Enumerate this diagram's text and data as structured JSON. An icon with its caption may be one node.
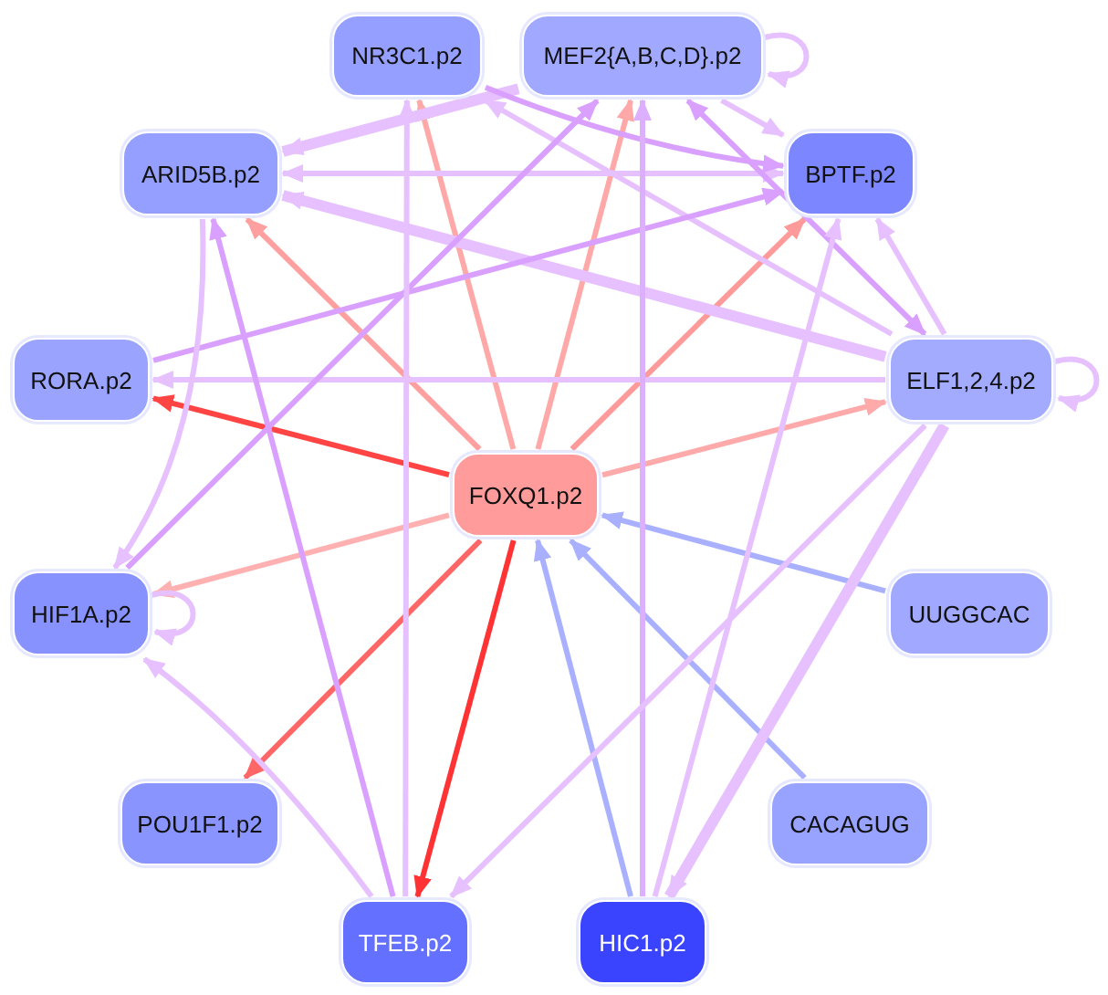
{
  "diagram": {
    "nodes": [
      {
        "text": [
          "NR3C1.p2"
        ]
      },
      {
        "text": [
          "MEF2{A,B,C,D}.p2"
        ]
      },
      {
        "text": [
          "ARID5B.p2"
        ]
      },
      {
        "text": [
          "BPTF.p2"
        ]
      },
      {
        "text": [
          "RORA.p2"
        ]
      },
      {
        "text": [
          "ELF1,2,4.p2"
        ]
      },
      {
        "text": [
          "FOXQ1.p2"
        ]
      },
      {
        "text": [
          "HIF1A.p2"
        ]
      },
      {
        "text": [
          "UUGGCAC"
        ]
      },
      {
        "text": [
          "POU1F1.p2"
        ]
      },
      {
        "text": [
          "CACAGUG"
        ]
      },
      {
        "text": [
          "TFEB.p2"
        ]
      },
      {
        "text": [
          "HIC1.p2"
        ]
      }
    ],
    "edges": [
      {
        "from": 6,
        "to": 0,
        "arrow": "to",
        "color": "#ffa8a8"
      },
      {
        "from": 6,
        "to": 1,
        "arrow": "to",
        "color": "#ffa8a8"
      },
      {
        "from": 6,
        "to": 2,
        "arrow": "to",
        "color": "#ffa0a0"
      },
      {
        "from": 6,
        "to": 3,
        "arrow": "to",
        "color": "#ff9a9a"
      },
      {
        "from": 6,
        "to": 5,
        "arrow": "to",
        "color": "#ffaaaa"
      },
      {
        "from": 6,
        "to": 4,
        "arrow": "to",
        "color": "#ff4444"
      },
      {
        "from": 6,
        "to": 7,
        "arrow": "to",
        "color": "#ffb0b0"
      },
      {
        "from": 6,
        "to": 9,
        "arrow": "to",
        "color": "#ff6666"
      },
      {
        "from": 6,
        "to": 11,
        "arrow": "to",
        "color": "#ff3333"
      },
      {
        "from": 8,
        "to": 6,
        "arrow": "to",
        "color": "#a8b0ff"
      },
      {
        "from": 10,
        "to": 6,
        "arrow": "to",
        "color": "#a8b0ff"
      },
      {
        "from": 12,
        "to": 6,
        "arrow": "to",
        "color": "#a8b0ff"
      },
      {
        "from": 1,
        "to": 1,
        "arrow": "to"
      },
      {
        "from": 5,
        "to": 5,
        "arrow": "to"
      },
      {
        "from": 7,
        "to": 7,
        "arrow": "to"
      },
      {
        "from": 5,
        "to": 2,
        "arrow": "to",
        "style": "thick"
      },
      {
        "from": 2,
        "to": 3,
        "arrow": "both"
      },
      {
        "from": 1,
        "to": 2,
        "arrow": "to",
        "style": "thick"
      },
      {
        "from": 5,
        "to": 0,
        "arrow": "to"
      },
      {
        "from": 1,
        "to": 3,
        "arrow": "to"
      },
      {
        "from": 5,
        "to": 1,
        "arrow": "both",
        "color": "#d9a0ff"
      },
      {
        "from": 0,
        "to": 3,
        "arrow": "to",
        "color": "#d9a0ff"
      },
      {
        "from": 4,
        "to": 3,
        "arrow": "to",
        "color": "#d9a0ff"
      },
      {
        "from": 5,
        "to": 4,
        "arrow": "to"
      },
      {
        "from": 7,
        "to": 1,
        "arrow": "to",
        "color": "#d9a0ff"
      },
      {
        "from": 11,
        "to": 2,
        "arrow": "to",
        "color": "#d9a0ff"
      },
      {
        "from": 2,
        "to": 7,
        "arrow": "to"
      },
      {
        "from": 11,
        "to": 7,
        "arrow": "to"
      },
      {
        "from": 11,
        "to": 0,
        "arrow": "to"
      },
      {
        "from": 12,
        "to": 1,
        "arrow": "to",
        "color": "#ddb0ff"
      },
      {
        "from": 12,
        "to": 3,
        "arrow": "to"
      },
      {
        "from": 5,
        "to": 12,
        "arrow": "to",
        "style": "thick"
      },
      {
        "from": 5,
        "to": 11,
        "arrow": "to"
      },
      {
        "from": 5,
        "to": 3,
        "arrow": "to"
      }
    ]
  }
}
